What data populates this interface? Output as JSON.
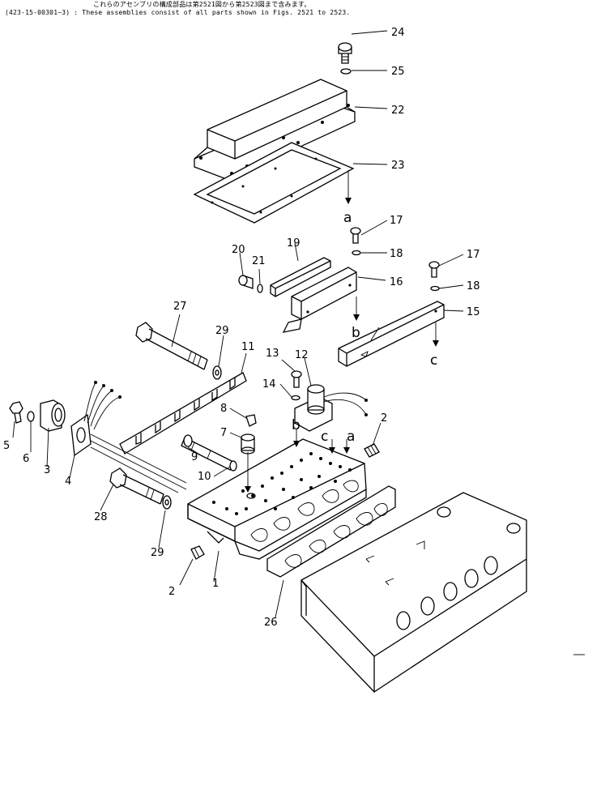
{
  "header": {
    "line1": "これらのアセンブリの構成部品は第2521図から第2523図まで含みます。",
    "line2": "(423-15-00301~3) : These assemblies consist of all parts shown in Figs. 2521 to 2523."
  },
  "callouts": [
    "24",
    "25",
    "22",
    "23",
    "17",
    "18",
    "17",
    "18",
    "16",
    "15",
    "19",
    "20",
    "21",
    "27",
    "29",
    "11",
    "13",
    "12",
    "14",
    "8",
    "7",
    "9",
    "10",
    "5",
    "6",
    "3",
    "4",
    "28",
    "29",
    "2",
    "2",
    "1",
    "26"
  ],
  "letters": [
    "a",
    "b",
    "c",
    "b",
    "c",
    "a"
  ]
}
